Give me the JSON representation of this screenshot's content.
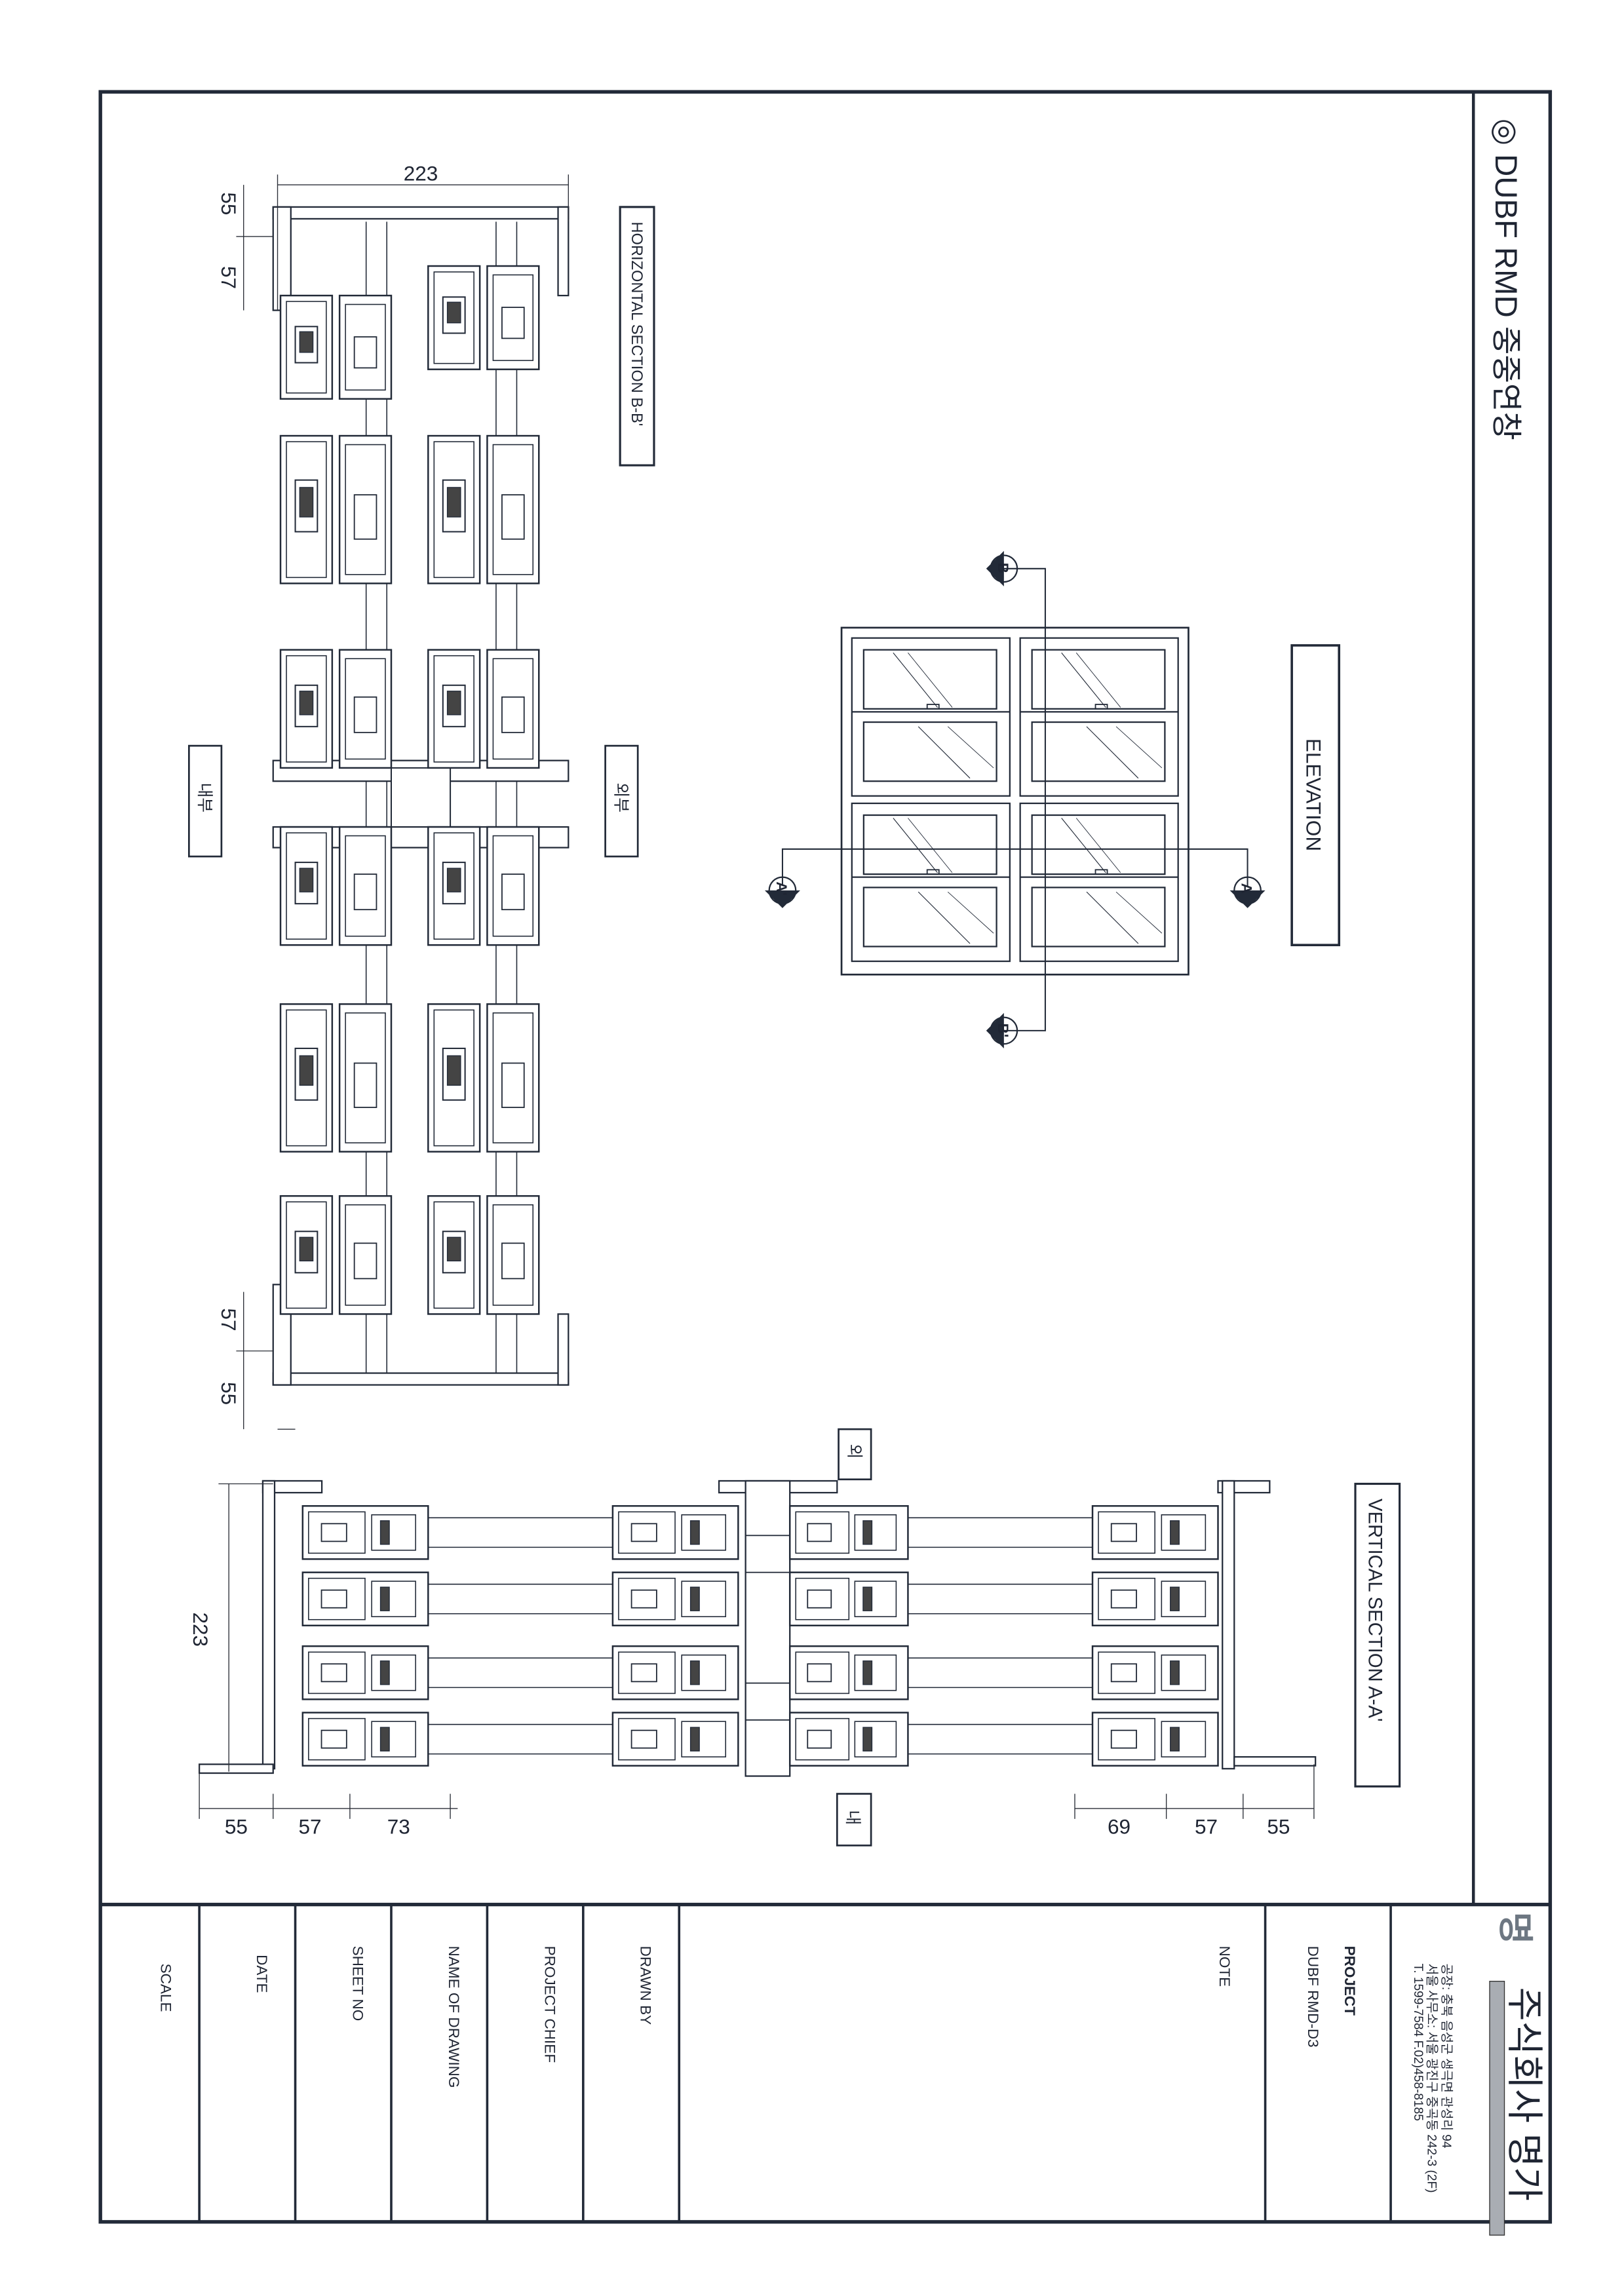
{
  "title": "◎ DUBF RMD 중중연창",
  "colors": {
    "frame": "#222a38",
    "logo_bar": "#a9adb3",
    "ink": "#1f2533"
  },
  "company": {
    "name": "주식회사 명가",
    "logo_text": "명가",
    "address_factory": "공장: 충북 음성군 생극면 관성리 94",
    "address_office": "서울 사무소: 서울 광진구 중곡동 242-3 (2F)",
    "phone": "T. 1599-7584   F.02)458-8185"
  },
  "title_block": {
    "project_label": "PROJECT",
    "project_value": "DUBF RMD-D3",
    "note_label": "NOTE",
    "drawn_by_label": "DRAWN BY",
    "project_chief_label": "PROJECT CHIEF",
    "name_of_drawing_label": "NAME OF DRAWING",
    "sheet_no_label": "SHEET NO",
    "date_label": "DATE",
    "scale_label": "SCALE"
  },
  "views": {
    "elevation": "ELEVATION",
    "horizontal_section": "HORIZONTAL SECTION B-B'",
    "vertical_section": "VERTICAL SECTION A-A'",
    "outside": "외부",
    "inside": "내부",
    "outside_short": "외",
    "inside_short": "내"
  },
  "markers": {
    "a": "A",
    "a_prime": "A'",
    "b": "B",
    "b_prime": "B'"
  },
  "dimensions": {
    "h_total": "223",
    "h_top_1": "55",
    "h_top_2": "57",
    "h_bot_1": "57",
    "h_bot_2": "55",
    "v_total": "223",
    "v_left_1": "55",
    "v_left_2": "57",
    "v_left_3": "73",
    "v_right_1": "69",
    "v_right_2": "57",
    "v_right_3": "55"
  }
}
